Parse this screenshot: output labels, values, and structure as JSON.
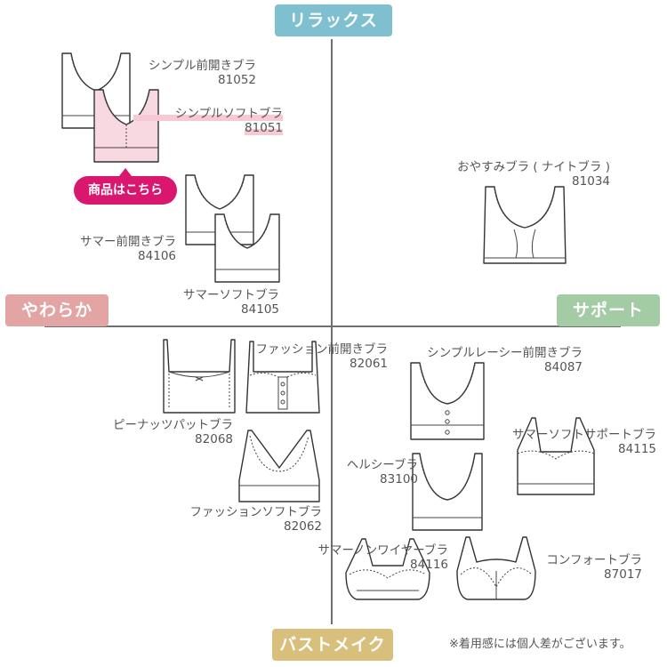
{
  "poles": {
    "top": "リラックス",
    "left": "やわらか",
    "right": "サポート",
    "bottom": "バストメイク"
  },
  "products": [
    {
      "name": "シンプル前開きブラ",
      "code": "81052"
    },
    {
      "name": "シンプルソフトブラ",
      "code": "81051"
    },
    {
      "name": "サマー前開きブラ",
      "code": "84106"
    },
    {
      "name": "サマーソフトブラ",
      "code": "84105"
    },
    {
      "name": "おやすみブラ ( ナイトブラ )",
      "code": "81034"
    },
    {
      "name": "ファッション前開きブラ",
      "code": "82061"
    },
    {
      "name": "ピーナッツパットブラ",
      "code": "82068"
    },
    {
      "name": "ファッションソフトブラ",
      "code": "82062"
    },
    {
      "name": "シンプルレーシー前開きブラ",
      "code": "84087"
    },
    {
      "name": "サマーソフトサポートブラ",
      "code": "84115"
    },
    {
      "name": "ヘルシーブラ",
      "code": "83100"
    },
    {
      "name": "サマーノンワイヤーブラ",
      "code": "84116"
    },
    {
      "name": "コンフォートブラ",
      "code": "87017"
    }
  ],
  "cta_label": "商品はこちら",
  "note": "※着用感には個人差がございます。",
  "colors": {
    "relax": "#7fc0d0",
    "soft": "#e3a4a4",
    "support": "#a4cca4",
    "bustmake": "#d9bf7c",
    "cta": "#d9176e",
    "highlight_fill": "#f8d9e2"
  }
}
